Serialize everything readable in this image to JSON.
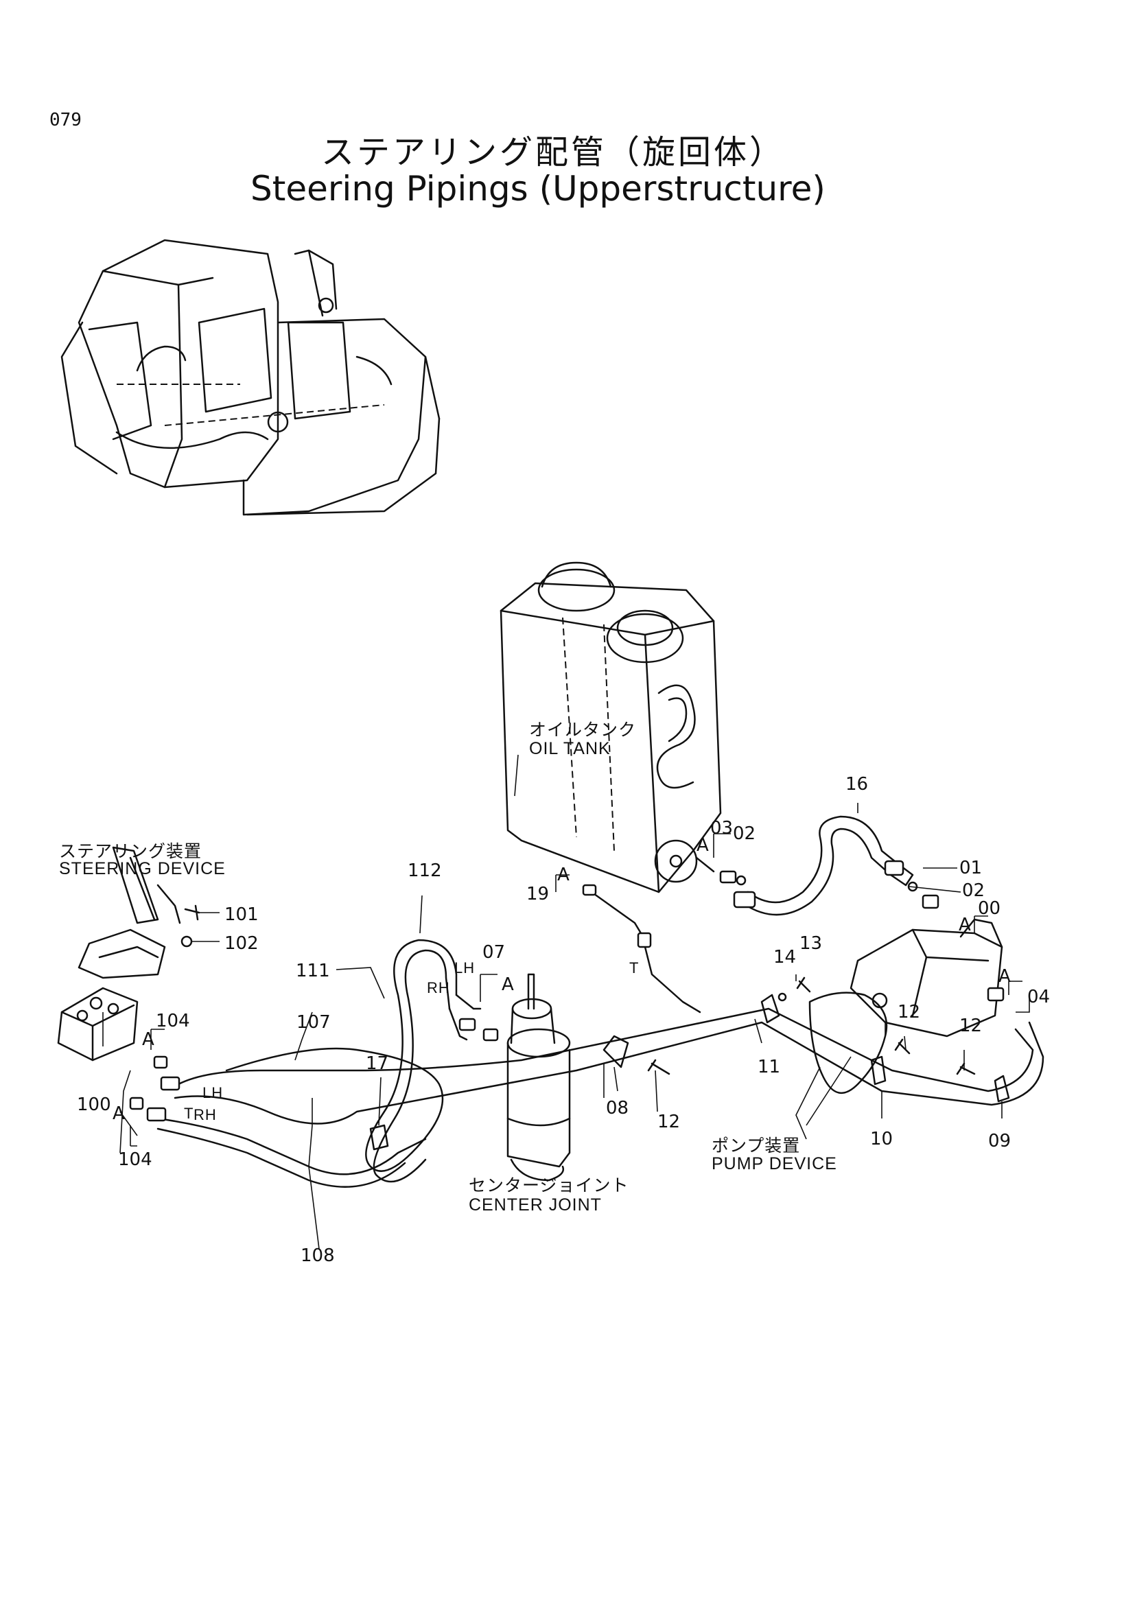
{
  "page_number": "079",
  "title": {
    "japanese": "ステアリング配管（旋回体）",
    "english": "Steering Pipings (Upperstructure)"
  },
  "component_labels": {
    "oil_tank_ja": "オイルタンク",
    "oil_tank_en": "OIL TANK",
    "steering_device_ja": "ステアリング装置",
    "steering_device_en": "STEERING DEVICE",
    "pump_device_ja": "ポンプ装置",
    "pump_device_en": "PUMP DEVICE",
    "center_joint_ja": "センタージョイント",
    "center_joint_en": "CENTER JOINT"
  },
  "part_numbers": {
    "p00": "00",
    "p01": "01",
    "p02a": "02",
    "p02b": "02",
    "p03": "03",
    "p04": "04",
    "p07": "07",
    "p08": "08",
    "p09": "09",
    "p10": "10",
    "p11": "11",
    "p12a": "12",
    "p12b": "12",
    "p12c": "12",
    "p13": "13",
    "p14": "14",
    "p16": "16",
    "p17": "17",
    "p19": "19",
    "p100": "100",
    "p101": "101",
    "p102": "102",
    "p104a": "104",
    "p104b": "104",
    "p107": "107",
    "p108": "108",
    "p111": "111",
    "p112": "112"
  },
  "detail_markers": {
    "a1": "A",
    "a2": "A",
    "a3": "A",
    "a4": "A",
    "a5": "A",
    "a6": "A",
    "a7": "A"
  },
  "port_labels": {
    "lh1": "LH",
    "rh1": "RH",
    "lh2": "LH",
    "rh2": "RH",
    "t1": "T",
    "t2": "T"
  }
}
